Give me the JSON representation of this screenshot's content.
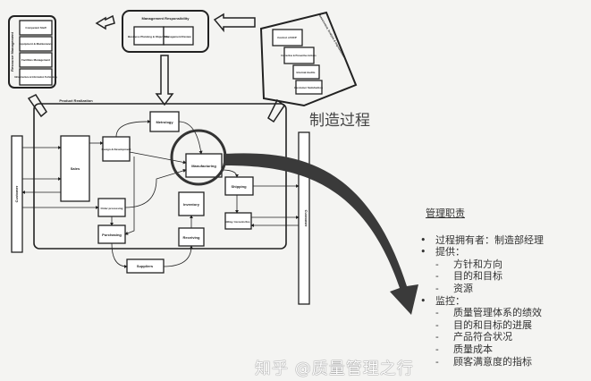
{
  "diagram": {
    "management": {
      "title": "Management Responsibility",
      "boxes": [
        "Business Planning & Objectives",
        "Management Review"
      ]
    },
    "resource": {
      "title": "Resource Management",
      "boxes": [
        "Competent Staff",
        "Equipment & Maintenance",
        "Facilities Management",
        "Infrastructure & Information Technology"
      ]
    },
    "measurement": {
      "title": "Measurement, Analysis & Improvement",
      "boxes": [
        "Control of NCP",
        "Corrective & Preventive Actions",
        "Internal Audits",
        "Customer Satisfaction"
      ]
    },
    "realization_title": "Product Realization",
    "customer": "Customer",
    "processes": [
      "Sales",
      "Design & Development",
      "Metrology",
      "Manufacturing",
      "Shipping",
      "Billing / Accounts Rec.",
      "Inventory",
      "Receiving",
      "Order processing",
      "Purchasing",
      "Suppliers"
    ]
  },
  "title": "制造过程",
  "panel": {
    "heading": "管理职责",
    "owner": "过程拥有者：制造部经理",
    "provide": "提供：",
    "provide_items": [
      "方针和方向",
      "目的和目标",
      "资源"
    ],
    "monitor": "监控：",
    "monitor_items": [
      "质量管理体系的绩效",
      "目的和目标的进展",
      "产品符合状况",
      "质量成本",
      "顾客满意度的指标"
    ]
  },
  "watermark": "知乎 @质量管理之行"
}
